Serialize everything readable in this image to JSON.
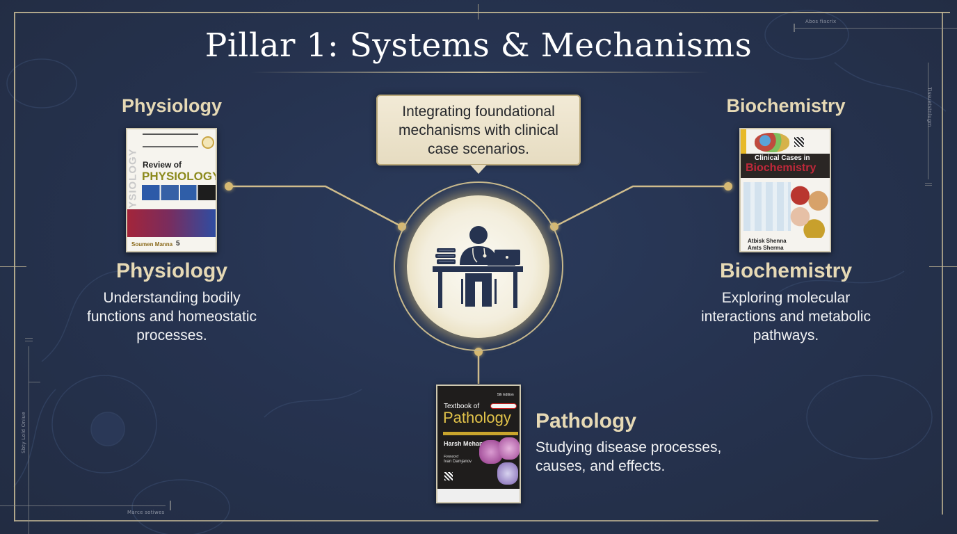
{
  "title": "Pillar 1: Systems & Mechanisms",
  "callout": {
    "text": "Integrating foundational mechanisms with clinical case scenarios."
  },
  "hub": {
    "icon": "doctor-at-desk-icon"
  },
  "pillars": {
    "physiology": {
      "heading_top": "Physiology",
      "heading": "Physiology",
      "description": "Understanding bodily functions and homeostatic processes.",
      "book": {
        "spine_text": "PHYSIOLOGY",
        "title_line1": "Review of",
        "title_line2": "PHYSIOLOGY",
        "author": "Soumen Manna",
        "edition": "5"
      }
    },
    "biochemistry": {
      "heading_top": "Biochemistry",
      "heading": "Biochemistry",
      "description": "Exploring molecular interactions and metabolic pathways.",
      "book": {
        "title_line1": "Clinical Cases in",
        "title_line2": "Biochemistry",
        "author_line1": "Atbisk Shenna",
        "author_line2": "Amts Sherma"
      }
    },
    "pathology": {
      "heading": "Pathology",
      "description": "Studying disease processes, causes, and effects.",
      "book": {
        "edition": "5th Edition",
        "title_line1": "Textbook of",
        "title_line2": "Pathology",
        "author": "Harsh Mehan",
        "foreword_label": "Foreword",
        "foreword_name": "Ivan Damjanov"
      }
    }
  },
  "decorations": {
    "top_right_label": "Abos fiacrix",
    "right_vertical_label": "Tissuetstnlugm",
    "left_vertical_label": "Sbty Lold Oniue",
    "bottom_left_label": "Marce sotiwes"
  },
  "colors": {
    "background": "#263350",
    "accent_gold": "#c9bd98",
    "heading_gold": "#e6d9b5",
    "callout_bg": "#efe6cf"
  }
}
